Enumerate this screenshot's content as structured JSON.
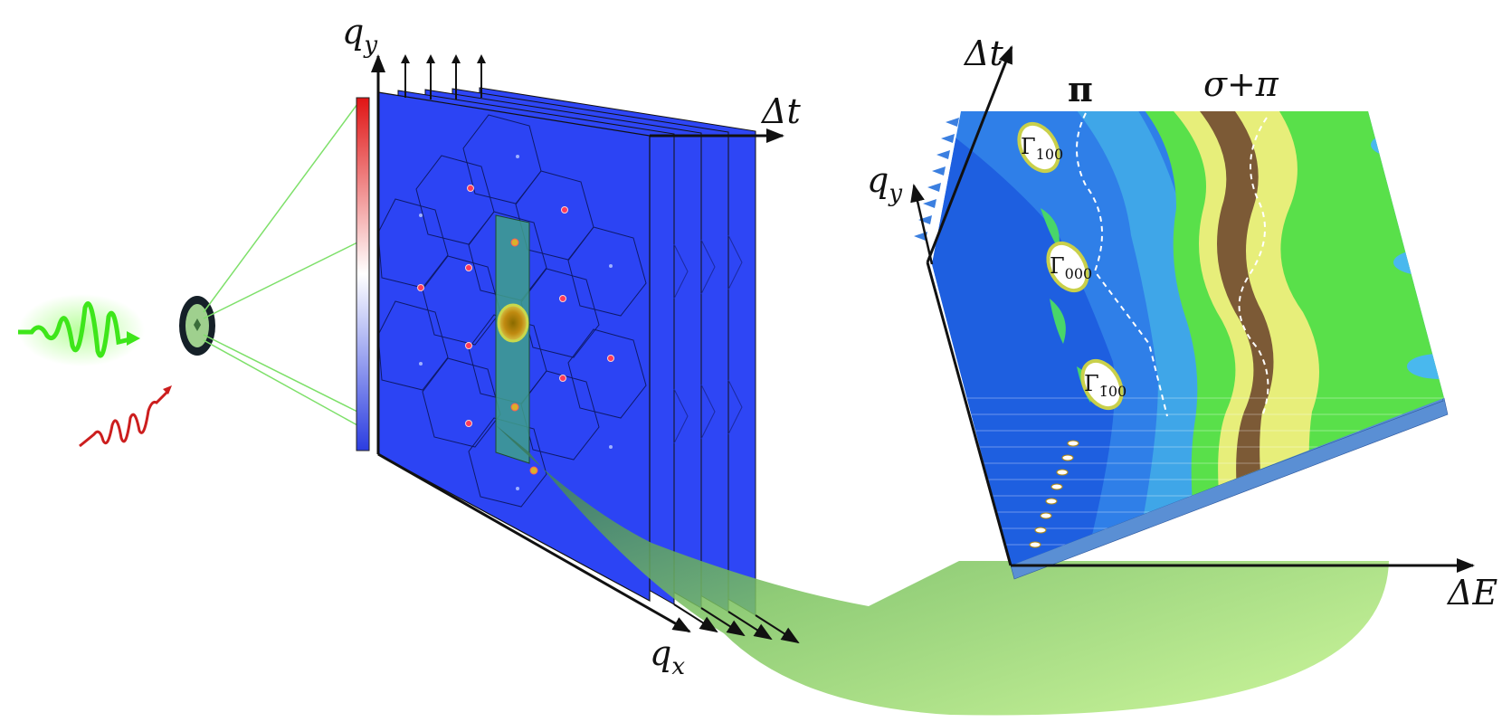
{
  "axes": {
    "qy_left": {
      "base": "q",
      "sub": "y"
    },
    "dt_left": "Δt",
    "qx": {
      "base": "q",
      "sub": "x"
    },
    "dt_right": "Δt",
    "qy_right": {
      "base": "q",
      "sub": "y"
    },
    "de": "ΔE"
  },
  "band_labels": {
    "pi": "π",
    "sigma_pi": "σ+π"
  },
  "gamma_points": [
    {
      "base": "Γ",
      "sub": "100"
    },
    {
      "base": "Γ",
      "sub": "000"
    },
    {
      "base": "Γ",
      "sub": "1̄00"
    }
  ],
  "colors": {
    "pump_pulse": "#3ee61a",
    "probe_pulse": "#cc1e1e",
    "diffraction_plane": "#2e46f5",
    "colorbar_top": "#e01515",
    "colorbar_bottom": "#2b3de0",
    "beam_lines": "#7ee06a",
    "projection": "#8ed66a"
  }
}
